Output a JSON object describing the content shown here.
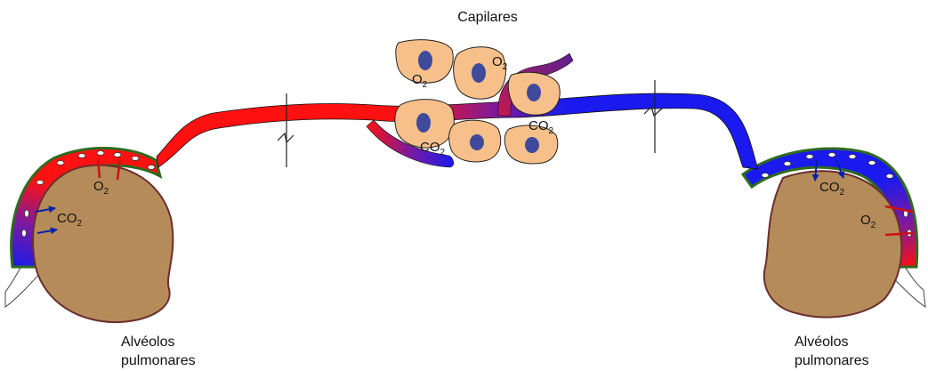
{
  "labels": {
    "capillaries": "Capilares",
    "alveoli_left_line1": "Alvéolos",
    "alveoli_left_line2": "pulmonares",
    "alveoli_right_line1": "Alvéolos",
    "alveoli_right_line2": "pulmonares"
  },
  "gas_labels": {
    "o2_top_right": {
      "base": "O",
      "sub": "2"
    },
    "o2_top_left": {
      "base": "O",
      "sub": "2"
    },
    "co2_center_left": {
      "base": "CO",
      "sub": "2"
    },
    "co2_center_right": {
      "base": "CO",
      "sub": "2"
    },
    "o2_left_alveolus": {
      "base": "O",
      "sub": "2"
    },
    "co2_left_alveolus": {
      "base": "CO",
      "sub": "2"
    },
    "co2_right_alveolus": {
      "base": "CO",
      "sub": "2"
    },
    "o2_right_alveolus": {
      "base": "O",
      "sub": "2"
    }
  },
  "colors": {
    "oxygenated_blood": "#ff1111",
    "deoxygenated_blood": "#1a1aee",
    "mixed_blood": "#7a1aa0",
    "tissue_cell": "#f7c08a",
    "cell_nucleus": "#3f4a9c",
    "alveolus_fill": "#b58c59",
    "alveolus_outline": "#6b2e2e",
    "alveolar_wall": "#2f6b1f",
    "o2_arrow": "#cc1111",
    "co2_arrow": "#0022aa"
  }
}
